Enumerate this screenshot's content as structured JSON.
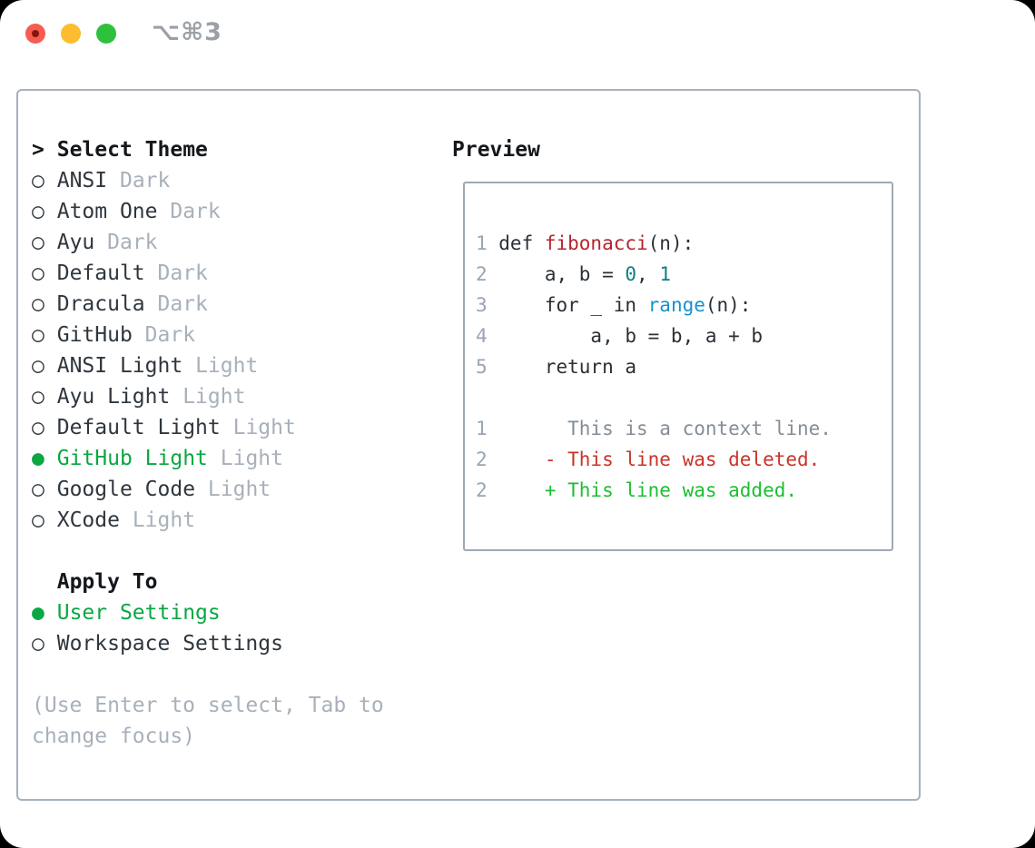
{
  "window": {
    "shortcut_label": "⌥⌘3"
  },
  "theme_panel": {
    "header": {
      "marker": ">",
      "label": "Select Theme"
    },
    "themes": [
      {
        "marker": "○",
        "name": "ANSI",
        "variant": "Dark",
        "selected": false
      },
      {
        "marker": "○",
        "name": "Atom One",
        "variant": "Dark",
        "selected": false
      },
      {
        "marker": "○",
        "name": "Ayu",
        "variant": "Dark",
        "selected": false
      },
      {
        "marker": "○",
        "name": "Default",
        "variant": "Dark",
        "selected": false
      },
      {
        "marker": "○",
        "name": "Dracula",
        "variant": "Dark",
        "selected": false
      },
      {
        "marker": "○",
        "name": "GitHub",
        "variant": "Dark",
        "selected": false
      },
      {
        "marker": "○",
        "name": "ANSI Light",
        "variant": "Light",
        "selected": false
      },
      {
        "marker": "○",
        "name": "Ayu Light",
        "variant": "Light",
        "selected": false
      },
      {
        "marker": "○",
        "name": "Default Light",
        "variant": "Light",
        "selected": false
      },
      {
        "marker": "●",
        "name": "GitHub Light",
        "variant": "Light",
        "selected": true
      },
      {
        "marker": "○",
        "name": "Google Code",
        "variant": "Light",
        "selected": false
      },
      {
        "marker": "○",
        "name": "XCode",
        "variant": "Light",
        "selected": false
      }
    ],
    "apply_to": {
      "header": "Apply To",
      "options": [
        {
          "marker": "●",
          "name": "User Settings",
          "selected": true
        },
        {
          "marker": "○",
          "name": "Workspace Settings",
          "selected": false
        }
      ]
    },
    "hint_lines": [
      "(Use Enter to select, Tab to",
      "change focus)"
    ]
  },
  "preview": {
    "title": "Preview",
    "code_lines": [
      {
        "num": "1",
        "tokens": [
          [
            "def ",
            "plain"
          ],
          [
            "fibonacci",
            "func"
          ],
          [
            "(n):",
            "plain"
          ]
        ]
      },
      {
        "num": "2",
        "tokens": [
          [
            "    a, b = ",
            "plain"
          ],
          [
            "0",
            "number"
          ],
          [
            ", ",
            "plain"
          ],
          [
            "1",
            "number"
          ]
        ]
      },
      {
        "num": "3",
        "tokens": [
          [
            "    for _ in ",
            "plain"
          ],
          [
            "range",
            "builtin"
          ],
          [
            "(n):",
            "plain"
          ]
        ]
      },
      {
        "num": "4",
        "tokens": [
          [
            "        a, b = b, a + b",
            "plain"
          ]
        ]
      },
      {
        "num": "5",
        "tokens": [
          [
            "    return a",
            "plain"
          ]
        ]
      },
      {
        "num": "",
        "tokens": []
      },
      {
        "num": "1",
        "tokens": [
          [
            "      This is a context line.",
            "context"
          ]
        ]
      },
      {
        "num": "2",
        "tokens": [
          [
            "    ",
            "plain"
          ],
          [
            "- This line was deleted.",
            "deleted"
          ]
        ]
      },
      {
        "num": "2",
        "tokens": [
          [
            "    ",
            "plain"
          ],
          [
            "+ This line was added.",
            "added"
          ]
        ]
      }
    ]
  },
  "colors": {
    "titlebar_text": "#9aa0a6",
    "light_red": "#f55d51",
    "light_red_dot": "#87150c",
    "light_yellow": "#fcbd2e",
    "light_green": "#2ec23c",
    "panel_border": "#a7b0bb",
    "preview_border": "#9ea9b4",
    "header_dark": "#14181c",
    "text_dark": "#2f363d",
    "text_muted": "#a8b0ba",
    "accent_green": "#0aa742",
    "gutter": "#9aa4b2",
    "code_text": "#2a3036",
    "code_func": "#b3262c",
    "code_number": "#0c7f80",
    "code_builtin": "#1592cc",
    "diff_context": "#858d96",
    "diff_deleted": "#c93429",
    "diff_added": "#1cbf31"
  }
}
